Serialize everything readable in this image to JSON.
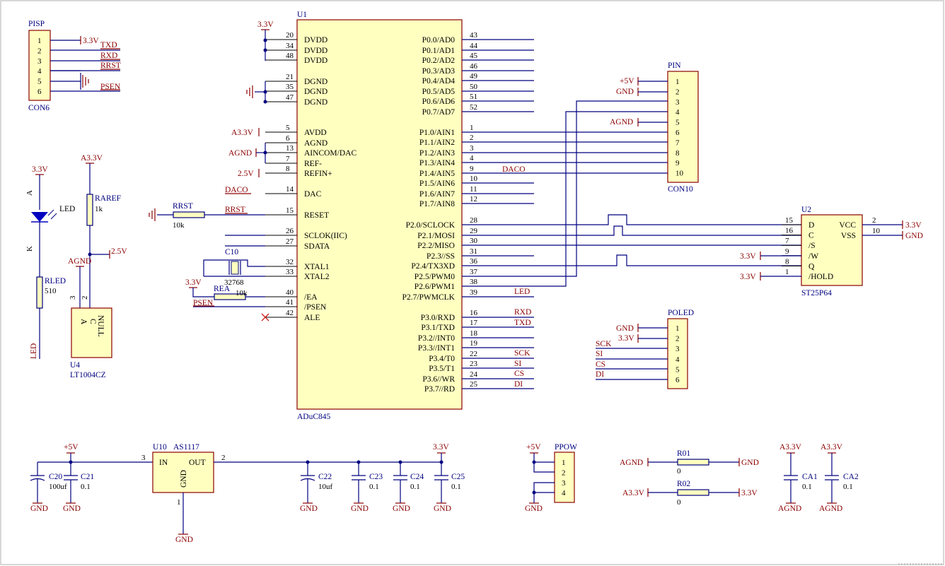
{
  "colors": {
    "wire": "#000080",
    "pin_stub": "#000000",
    "net_label": "#8b0000",
    "power": "#8b0000",
    "part_body": "#ffffc0",
    "designator": "#000080",
    "background": "#ffffff"
  },
  "u1": {
    "designator": "U1",
    "part": "ADuC845",
    "left_pins": [
      {
        "num": "20",
        "name": "DVDD"
      },
      {
        "num": "34",
        "name": "DVDD"
      },
      {
        "num": "48",
        "name": "DVDD"
      },
      {
        "num": "21",
        "name": "DGND"
      },
      {
        "num": "35",
        "name": "DGND"
      },
      {
        "num": "47",
        "name": "DGND"
      },
      {
        "num": "5",
        "name": "AVDD"
      },
      {
        "num": "6",
        "name": "AGND"
      },
      {
        "num": "13",
        "name": "AINCOM/DAC"
      },
      {
        "num": "7",
        "name": "REF-"
      },
      {
        "num": "8",
        "name": "REFIN+"
      },
      {
        "num": "14",
        "name": "DAC"
      },
      {
        "num": "15",
        "name": "RESET"
      },
      {
        "num": "26",
        "name": "SCLOK(IIC)"
      },
      {
        "num": "27",
        "name": "SDATA"
      },
      {
        "num": "32",
        "name": "XTAL1"
      },
      {
        "num": "33",
        "name": "XTAL2"
      },
      {
        "num": "40",
        "name": "/EA"
      },
      {
        "num": "41",
        "name": "/PSEN"
      },
      {
        "num": "42",
        "name": "ALE"
      }
    ],
    "right_pins": [
      {
        "num": "43",
        "name": "P0.0/AD0",
        "net": ""
      },
      {
        "num": "44",
        "name": "P0.1/AD1",
        "net": ""
      },
      {
        "num": "45",
        "name": "P0.2/AD2",
        "net": ""
      },
      {
        "num": "46",
        "name": "P0.3/AD3",
        "net": ""
      },
      {
        "num": "49",
        "name": "P0.4/AD4",
        "net": ""
      },
      {
        "num": "50",
        "name": "P0.5/AD5",
        "net": ""
      },
      {
        "num": "51",
        "name": "P0.6/AD6",
        "net": ""
      },
      {
        "num": "52",
        "name": "P0.7/AD7",
        "net": ""
      },
      {
        "num": "1",
        "name": "P1.0/AIN1",
        "net": ""
      },
      {
        "num": "2",
        "name": "P1.1/AIN2",
        "net": ""
      },
      {
        "num": "3",
        "name": "P1.2/AIN3",
        "net": ""
      },
      {
        "num": "4",
        "name": "P1.3/AIN4",
        "net": ""
      },
      {
        "num": "9",
        "name": "P1.4/AIN5",
        "net": "DACO"
      },
      {
        "num": "10",
        "name": "P1.5/AIN6",
        "net": ""
      },
      {
        "num": "11",
        "name": "P1.6/AIN7",
        "net": ""
      },
      {
        "num": "12",
        "name": "P1.7/AIN8",
        "net": ""
      },
      {
        "num": "28",
        "name": "P2.0/SCLOCK",
        "net": ""
      },
      {
        "num": "29",
        "name": "P2.1/MOSI",
        "net": ""
      },
      {
        "num": "30",
        "name": "P2.2/MISO",
        "net": ""
      },
      {
        "num": "31",
        "name": "P2.3//SS",
        "net": ""
      },
      {
        "num": "36",
        "name": "P2.4/TX3XD",
        "net": ""
      },
      {
        "num": "37",
        "name": "P2.5/PWM0",
        "net": ""
      },
      {
        "num": "38",
        "name": "P2.6/PWM1",
        "net": ""
      },
      {
        "num": "39",
        "name": "P2.7/PWMCLK",
        "net": "LED"
      },
      {
        "num": "16",
        "name": "P3.0/RXD",
        "net": "RXD"
      },
      {
        "num": "17",
        "name": "P3.1/TXD",
        "net": "TXD"
      },
      {
        "num": "18",
        "name": "P3.2//INT0",
        "net": ""
      },
      {
        "num": "19",
        "name": "P3.3//INT1",
        "net": ""
      },
      {
        "num": "22",
        "name": "P3.4/T0",
        "net": "SCK"
      },
      {
        "num": "23",
        "name": "P3.5/T1",
        "net": "SI"
      },
      {
        "num": "24",
        "name": "P3.6//WR",
        "net": "CS"
      },
      {
        "num": "25",
        "name": "P3.7//RD",
        "net": "DI"
      }
    ]
  },
  "pisp": {
    "designator": "PISP",
    "part": "CON6",
    "pins": [
      "1",
      "2",
      "3",
      "4",
      "5",
      "6"
    ],
    "nets": [
      "3.3V",
      "TXD",
      "RXD",
      "RRST",
      "",
      "PSEN"
    ]
  },
  "pin_con": {
    "designator": "PIN",
    "part": "CON10",
    "pins": [
      "1",
      "2",
      "3",
      "4",
      "5",
      "6",
      "7",
      "8",
      "9",
      "10"
    ],
    "nets": [
      "+5V",
      "GND",
      "",
      "",
      "AGND",
      "",
      "",
      "",
      "",
      ""
    ]
  },
  "u2": {
    "designator": "U2",
    "part": "ST25P64",
    "left_pins": [
      {
        "num": "15",
        "name": "D"
      },
      {
        "num": "16",
        "name": "C"
      },
      {
        "num": "7",
        "name": "/S"
      },
      {
        "num": "9",
        "name": "/W"
      },
      {
        "num": "8",
        "name": "Q"
      },
      {
        "num": "1",
        "name": "/HOLD"
      }
    ],
    "right_pins": [
      {
        "num": "2",
        "name": "VCC",
        "net": "3.3V"
      },
      {
        "num": "10",
        "name": "VSS",
        "net": "GND"
      }
    ],
    "nets_left": [
      "3.3V",
      "3.3V"
    ]
  },
  "poled": {
    "designator": "POLED",
    "pins": [
      "1",
      "2",
      "3",
      "4",
      "5",
      "6"
    ],
    "nets": [
      "GND",
      "3.3V",
      "SCK",
      "SI",
      "CS",
      "DI"
    ]
  },
  "led_section": {
    "top_net": "3.3V",
    "anode": "A",
    "cathode": "K",
    "led_label": "LED",
    "rled": "RLED",
    "rled_val": "510",
    "led_net": "LED"
  },
  "ref_section": {
    "top_net": "A3.3V",
    "raref": "RAREF",
    "raref_val": "1k",
    "out_net": "2.5V",
    "agnd": "AGND",
    "u4": "U4",
    "u4_part": "LT1004CZ",
    "pin3": "3",
    "pin2": "2",
    "pin_a": "A",
    "pin_c": "C",
    "null": "NULL"
  },
  "reset": {
    "rrst": "RRST",
    "rrst_val": "10k",
    "net": "RRST",
    "daco": "DACO"
  },
  "crystal": {
    "c10": "C10",
    "xtal_val": "32768"
  },
  "ea": {
    "net": "3.3V",
    "rea": "REA",
    "val": "10k",
    "psen": "PSEN"
  },
  "u1_power": {
    "dvdd_net": "3.3V",
    "avdd_net": "A3.3V",
    "agnd_net": "AGND",
    "ref_net": "2.5V"
  },
  "regulator": {
    "designator": "U10",
    "part": "AS1117",
    "in": "IN",
    "out": "OUT",
    "gnd": "GND",
    "pin_in": "3",
    "pin_out": "2",
    "pin_gnd": "1",
    "vin_net": "+5V",
    "vout_net": "3.3V",
    "gnd_net": "GND",
    "caps": [
      {
        "name": "C20",
        "val": "100uf"
      },
      {
        "name": "C21",
        "val": "0.1"
      },
      {
        "name": "C22",
        "val": "10uf"
      },
      {
        "name": "C23",
        "val": "0.1"
      },
      {
        "name": "C24",
        "val": "0.1"
      },
      {
        "name": "C25",
        "val": "0.1"
      }
    ]
  },
  "ppow": {
    "designator": "PPOW",
    "pins": [
      "1",
      "2",
      "3",
      "4"
    ],
    "top_net": "+5V",
    "bottom_net": "GND"
  },
  "r0x": {
    "r01": "R01",
    "r01_val": "0",
    "r01_left": "AGND",
    "r01_right": "GND",
    "r02": "R02",
    "r02_val": "0",
    "r02_left": "A3.3V",
    "r02_right": "3.3V"
  },
  "ca": {
    "ca1": "CA1",
    "ca1_val": "0.1",
    "ca2": "CA2",
    "ca2_val": "0.1",
    "top_net": "A3.3V",
    "gnd_net": "AGND"
  }
}
